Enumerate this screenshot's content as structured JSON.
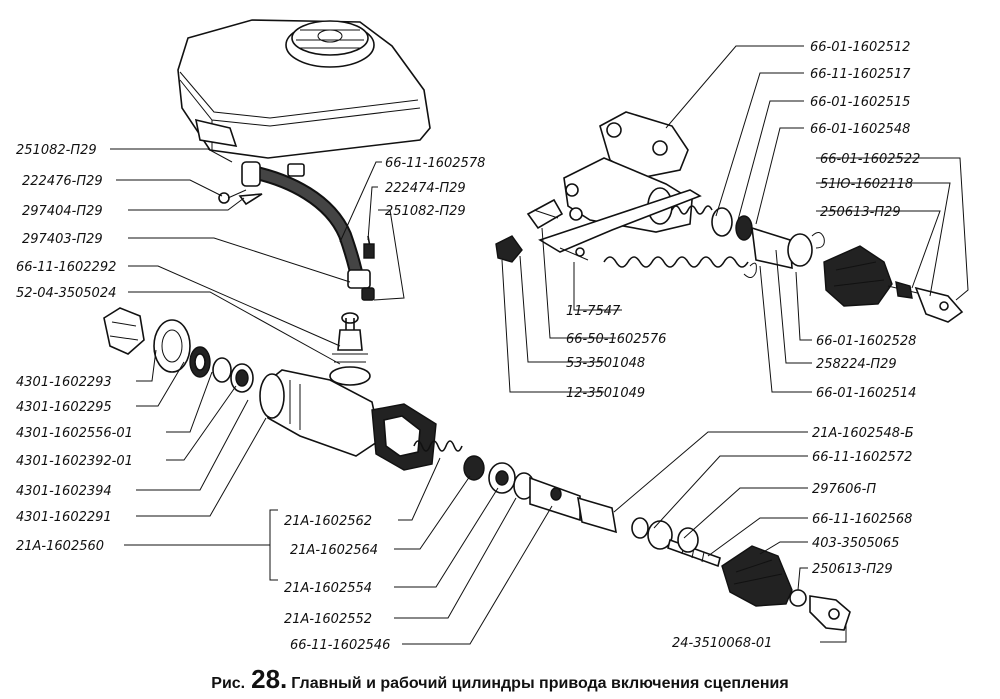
{
  "caption": {
    "prefix": "Рис.",
    "number": "28.",
    "title": "Главный и рабочий цилиндры привода включения сцепления"
  },
  "labels": [
    {
      "id": "l1",
      "text": "251082-П29"
    },
    {
      "id": "l2",
      "text": "222476-П29"
    },
    {
      "id": "l3",
      "text": "297404-П29"
    },
    {
      "id": "l4",
      "text": "297403-П29"
    },
    {
      "id": "l5",
      "text": "66-11-1602292"
    },
    {
      "id": "l6",
      "text": "52-04-3505024"
    },
    {
      "id": "l7",
      "text": "66-11-1602578"
    },
    {
      "id": "l8",
      "text": "222474-П29"
    },
    {
      "id": "l9",
      "text": "251082-П29"
    },
    {
      "id": "l10",
      "text": "4301-1602293"
    },
    {
      "id": "l11",
      "text": "4301-1602295"
    },
    {
      "id": "l12",
      "text": "4301-1602556-01"
    },
    {
      "id": "l13",
      "text": "4301-1602392-01"
    },
    {
      "id": "l14",
      "text": "4301-1602394"
    },
    {
      "id": "l15",
      "text": "4301-1602291"
    },
    {
      "id": "l16",
      "text": "21А-1602560"
    },
    {
      "id": "l17",
      "text": "21А-1602562"
    },
    {
      "id": "l18",
      "text": "21А-1602564"
    },
    {
      "id": "l19",
      "text": "21А-1602554"
    },
    {
      "id": "l20",
      "text": "21А-1602552"
    },
    {
      "id": "l21",
      "text": "66-11-1602546"
    },
    {
      "id": "l22",
      "text": "66-01-1602512"
    },
    {
      "id": "l23",
      "text": "66-11-1602517"
    },
    {
      "id": "l24",
      "text": "66-01-1602515"
    },
    {
      "id": "l25",
      "text": "66-01-1602548"
    },
    {
      "id": "l26",
      "text": "66-01-1602522"
    },
    {
      "id": "l27",
      "text": "51Ю-1602118"
    },
    {
      "id": "l28",
      "text": "250613-П29"
    },
    {
      "id": "l29",
      "text": "11-7547"
    },
    {
      "id": "l30",
      "text": "66-50-1602576"
    },
    {
      "id": "l31",
      "text": "53-3501048"
    },
    {
      "id": "l32",
      "text": "12-3501049"
    },
    {
      "id": "l33",
      "text": "66-01-1602528"
    },
    {
      "id": "l34",
      "text": "258224-П29"
    },
    {
      "id": "l35",
      "text": "66-01-1602514"
    },
    {
      "id": "l36",
      "text": "21А-1602548-Б"
    },
    {
      "id": "l37",
      "text": "66-11-1602572"
    },
    {
      "id": "l38",
      "text": "297606-П"
    },
    {
      "id": "l39",
      "text": "66-11-1602568"
    },
    {
      "id": "l40",
      "text": "403-3505065"
    },
    {
      "id": "l41",
      "text": "250613-П29"
    },
    {
      "id": "l42",
      "text": "24-3510068-01"
    }
  ]
}
